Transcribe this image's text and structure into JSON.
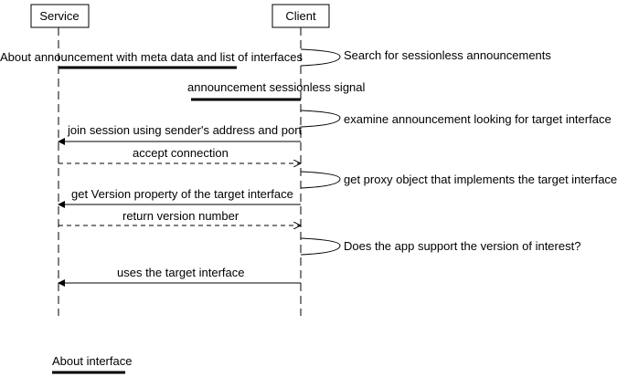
{
  "participants": {
    "service": "Service",
    "client": "Client"
  },
  "messages": {
    "about_announcement": "About announcement with meta data and list of interfaces",
    "announcement_signal": "announcement sessionless signal",
    "join_session": "join session using sender's address and port",
    "accept_connection": "accept connection",
    "get_version": "get Version property of the target interface",
    "return_version": "return version number",
    "uses_target": "uses the target interface"
  },
  "self_notes": {
    "search": "Search for sessionless announcements",
    "examine": "examine announcement looking for target interface",
    "get_proxy": "get proxy object that implements the target interface",
    "support_version": "Does the app support the version of interest?"
  },
  "legend": {
    "about_interface": "About interface"
  }
}
